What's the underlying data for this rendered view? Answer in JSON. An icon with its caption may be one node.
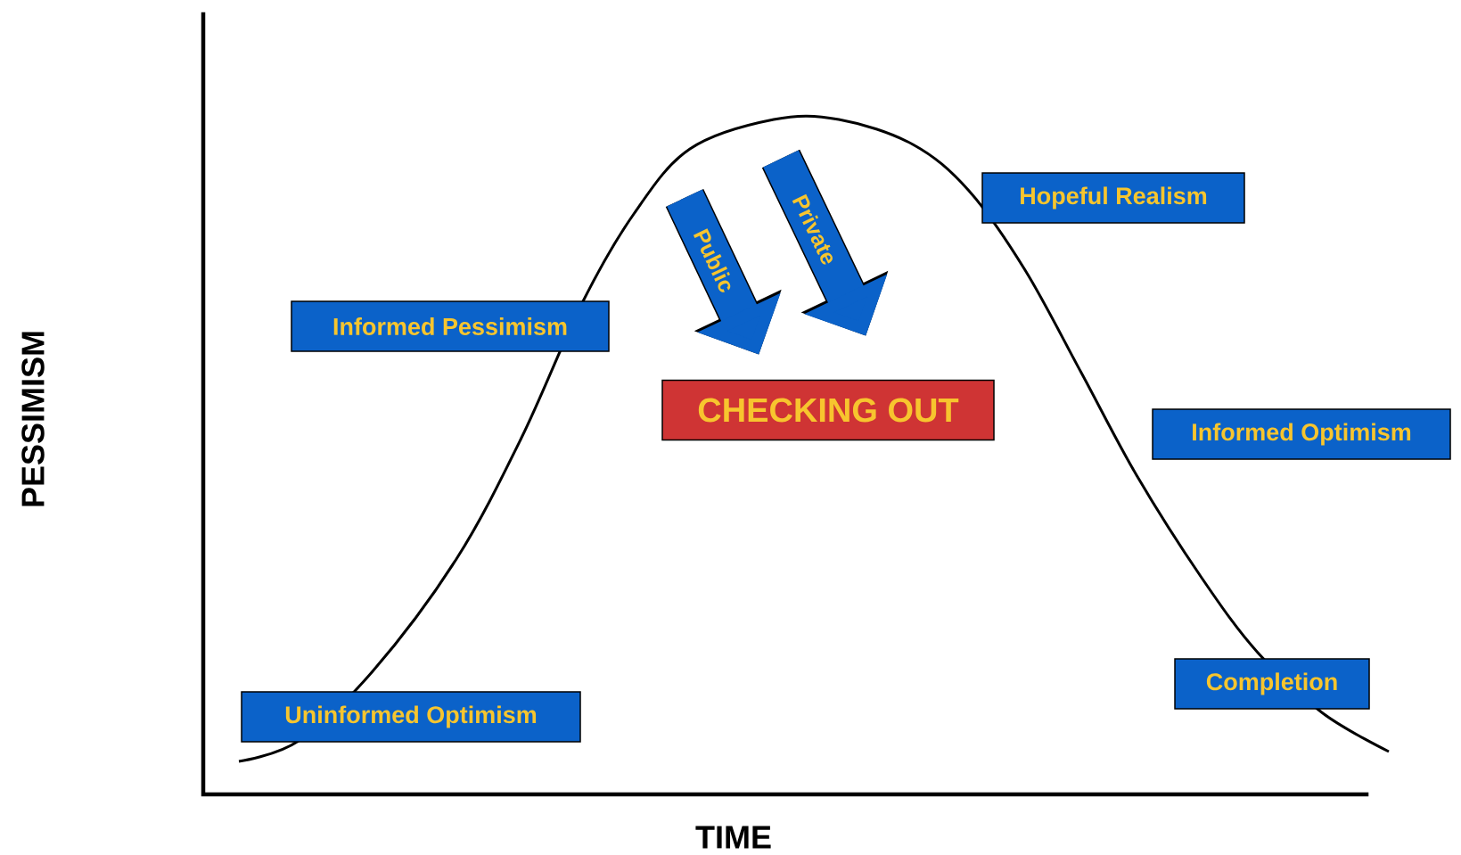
{
  "diagram": {
    "nodes": [
      {
        "text": [
          "Uninformed Optimism"
        ]
      },
      {
        "text": [
          "Informed Pessimism"
        ]
      },
      {
        "text": [
          "CHECKING OUT"
        ]
      },
      {
        "text": [
          "Hopeful Realism"
        ]
      },
      {
        "text": [
          "Informed Optimism"
        ]
      },
      {
        "text": [
          "Completion"
        ]
      }
    ],
    "edges": [
      {
        "from": null,
        "to": 2,
        "arrow": "to",
        "label": "Public"
      },
      {
        "from": null,
        "to": 2,
        "arrow": "to",
        "label": "Private"
      }
    ],
    "labels": [
      "PESSIMISM",
      "TIME"
    ]
  }
}
